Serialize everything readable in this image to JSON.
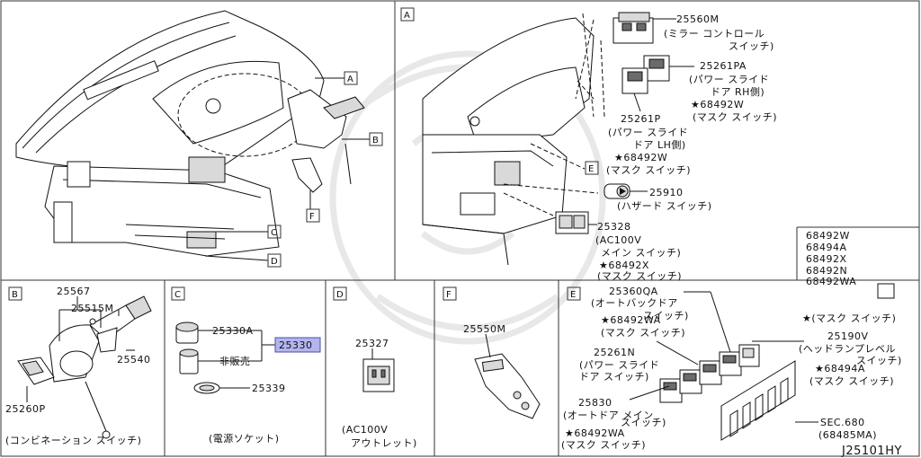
{
  "diagram_id": "J25101HY",
  "panels": {
    "overview_callouts": [
      "A",
      "B",
      "C",
      "D",
      "F"
    ],
    "A": {
      "letter": "A",
      "ref_e": "E",
      "parts": [
        {
          "no": "25560M",
          "desc": [
            "(ミラー コントロール",
            "スイッチ)"
          ]
        },
        {
          "no": "25261PA",
          "desc": [
            "(パワー スライド",
            "ドア RH側)"
          ]
        },
        {
          "sub": "★68492W",
          "desc": [
            "(マスク スイッチ)"
          ]
        },
        {
          "no": "25261P",
          "desc": [
            "(パワー スライド",
            "ドア LH側)"
          ]
        },
        {
          "sub": "★68492W",
          "desc": [
            "(マスク スイッチ)"
          ]
        },
        {
          "no": "25910",
          "desc": [
            "(ハザード スイッチ)"
          ]
        },
        {
          "no": "25328",
          "desc": [
            "(AC100V",
            "メイン スイッチ)"
          ]
        },
        {
          "sub": "★68492X",
          "desc": [
            "(マスク スイッチ)"
          ]
        }
      ]
    },
    "B": {
      "letter": "B",
      "parts": [
        "25567",
        "25515M",
        "25540",
        "25260P"
      ],
      "caption": "(コンビネーション スイッチ)"
    },
    "C": {
      "letter": "C",
      "parts": [
        "25330A",
        "25330",
        "非販売",
        "25339"
      ],
      "caption": "(電源ソケット)"
    },
    "D": {
      "letter": "D",
      "parts": [
        "25327"
      ],
      "caption": [
        "(AC100V",
        "アウトレット)"
      ]
    },
    "F": {
      "letter": "F",
      "parts": [
        "25550M"
      ]
    },
    "E": {
      "letter": "E",
      "parts": [
        {
          "no": "25360QA",
          "desc": [
            "(オートバックドア",
            "スイッチ)"
          ]
        },
        {
          "sub": "★68492WA",
          "desc": [
            "(マスク スイッチ)"
          ]
        },
        {
          "no": "25261N",
          "desc": [
            "(パワー スライド",
            "ドア スイッチ)"
          ]
        },
        {
          "no": "25830",
          "desc": [
            "(オートドア メイン",
            "スイッチ)"
          ]
        },
        {
          "sub": "★68492WA",
          "desc": [
            "(マスク スイッチ)"
          ]
        },
        {
          "no": "25190V",
          "desc": [
            "(ヘッドランプレベル",
            "スイッチ)"
          ]
        },
        {
          "sub": "★68494A",
          "desc": [
            "(マスク スイッチ)"
          ]
        },
        {
          "no": "SEC.680",
          "desc": [
            "(68485MA)"
          ]
        }
      ]
    },
    "legend": {
      "codes": [
        "68492W",
        "68494A",
        "68492X",
        "68492N",
        "68492WA"
      ],
      "note": "★(マスク スイッチ)"
    }
  }
}
